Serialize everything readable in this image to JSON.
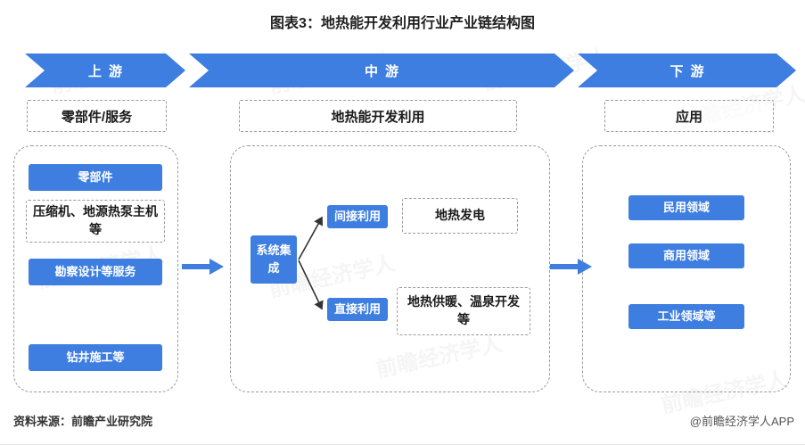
{
  "title": "图表3：地热能开发利用行业产业链结构图",
  "banner": {
    "upstream": "上游",
    "midstream": "中游",
    "downstream": "下游"
  },
  "left": {
    "header": "零部件/服务",
    "items": [
      "零部件",
      "压缩机、地源热泵主机等",
      "勘察设计等服务",
      "钻井施工等"
    ]
  },
  "middle": {
    "header": "地热能开发利用",
    "root": "系统集成",
    "branches": [
      {
        "tag": "间接利用",
        "result": "地热发电"
      },
      {
        "tag": "直接利用",
        "result": "地热供暖、温泉开发等"
      }
    ]
  },
  "right": {
    "header": "应用",
    "items": [
      "民用领域",
      "商用领域",
      "工业领域等"
    ]
  },
  "footer": {
    "source": "资料来源：前瞻产业研究院",
    "credit": "@前瞻经济学人APP"
  },
  "colors": {
    "accent_blue": "#3d7ee0",
    "dashed_border": "#9a9a9a"
  },
  "watermark": {
    "text": "前瞻经济学人"
  }
}
